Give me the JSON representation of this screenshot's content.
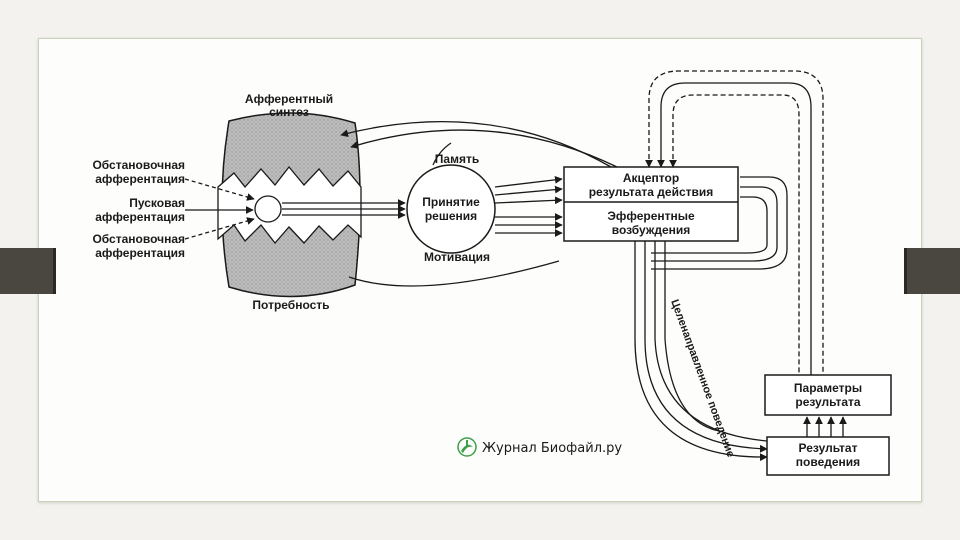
{
  "labels": {
    "afferent_synthesis_1": "Афферентный",
    "afferent_synthesis_2": "синтез",
    "situational_1a": "Обстановочная",
    "situational_1b": "афферентация",
    "trigger_a": "Пусковая",
    "trigger_b": "афферентация",
    "situational_2a": "Обстановочная",
    "situational_2b": "афферентация",
    "need": "Потребность",
    "memory": "Память",
    "decision_1": "Принятие",
    "decision_2": "решения",
    "motivation": "Мотивация",
    "acceptor_1": "Акцептор",
    "acceptor_2": "результата действия",
    "efferent_1": "Эфферентные",
    "efferent_2": "возбуждения",
    "params_1": "Параметры",
    "params_2": "результата",
    "result_1": "Результат",
    "result_2": "поведения",
    "purposeful": "Целенаправленное поведение"
  },
  "watermark": "Журнал Биофайл.ру",
  "colors": {
    "ink": "#1a1a1a",
    "blob": "#b5b5b5",
    "accent": "#3f9f4a"
  }
}
